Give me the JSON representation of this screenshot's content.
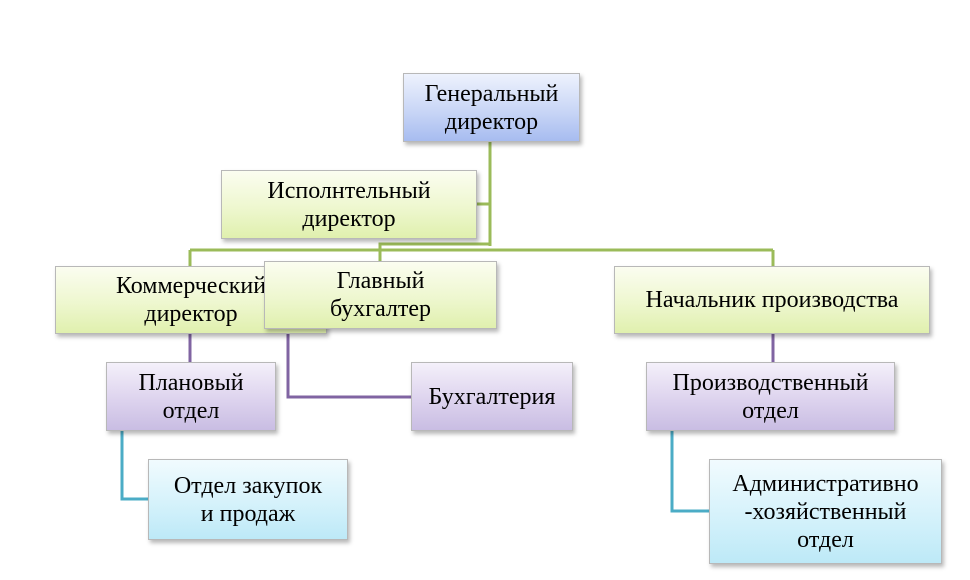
{
  "diagram": {
    "nodes": {
      "general": "Генеральный\nдиректор",
      "exec": "Исполнтельный\nдиректор",
      "commercial": "Коммерческий\nдиректор",
      "accountant": "Главный\nбухгалтер",
      "production_head": "Начальник производства",
      "planning": "Плановый\nотдел",
      "accounting": "Бухгалтерия",
      "production_dept": "Производственный\nотдел",
      "purchasing": "Отдел закупок\nи продаж",
      "admin": "Административно\n-хозяйственный\nотдел"
    },
    "colors": {
      "green_line": "#9bbb59",
      "purple_line": "#8064a2",
      "teal_line": "#4bacc6",
      "box_blue": "#c9d6f6",
      "box_green": "#eef7cf",
      "box_purple": "#ddd3ee",
      "box_cyan": "#d5f2fb"
    }
  }
}
